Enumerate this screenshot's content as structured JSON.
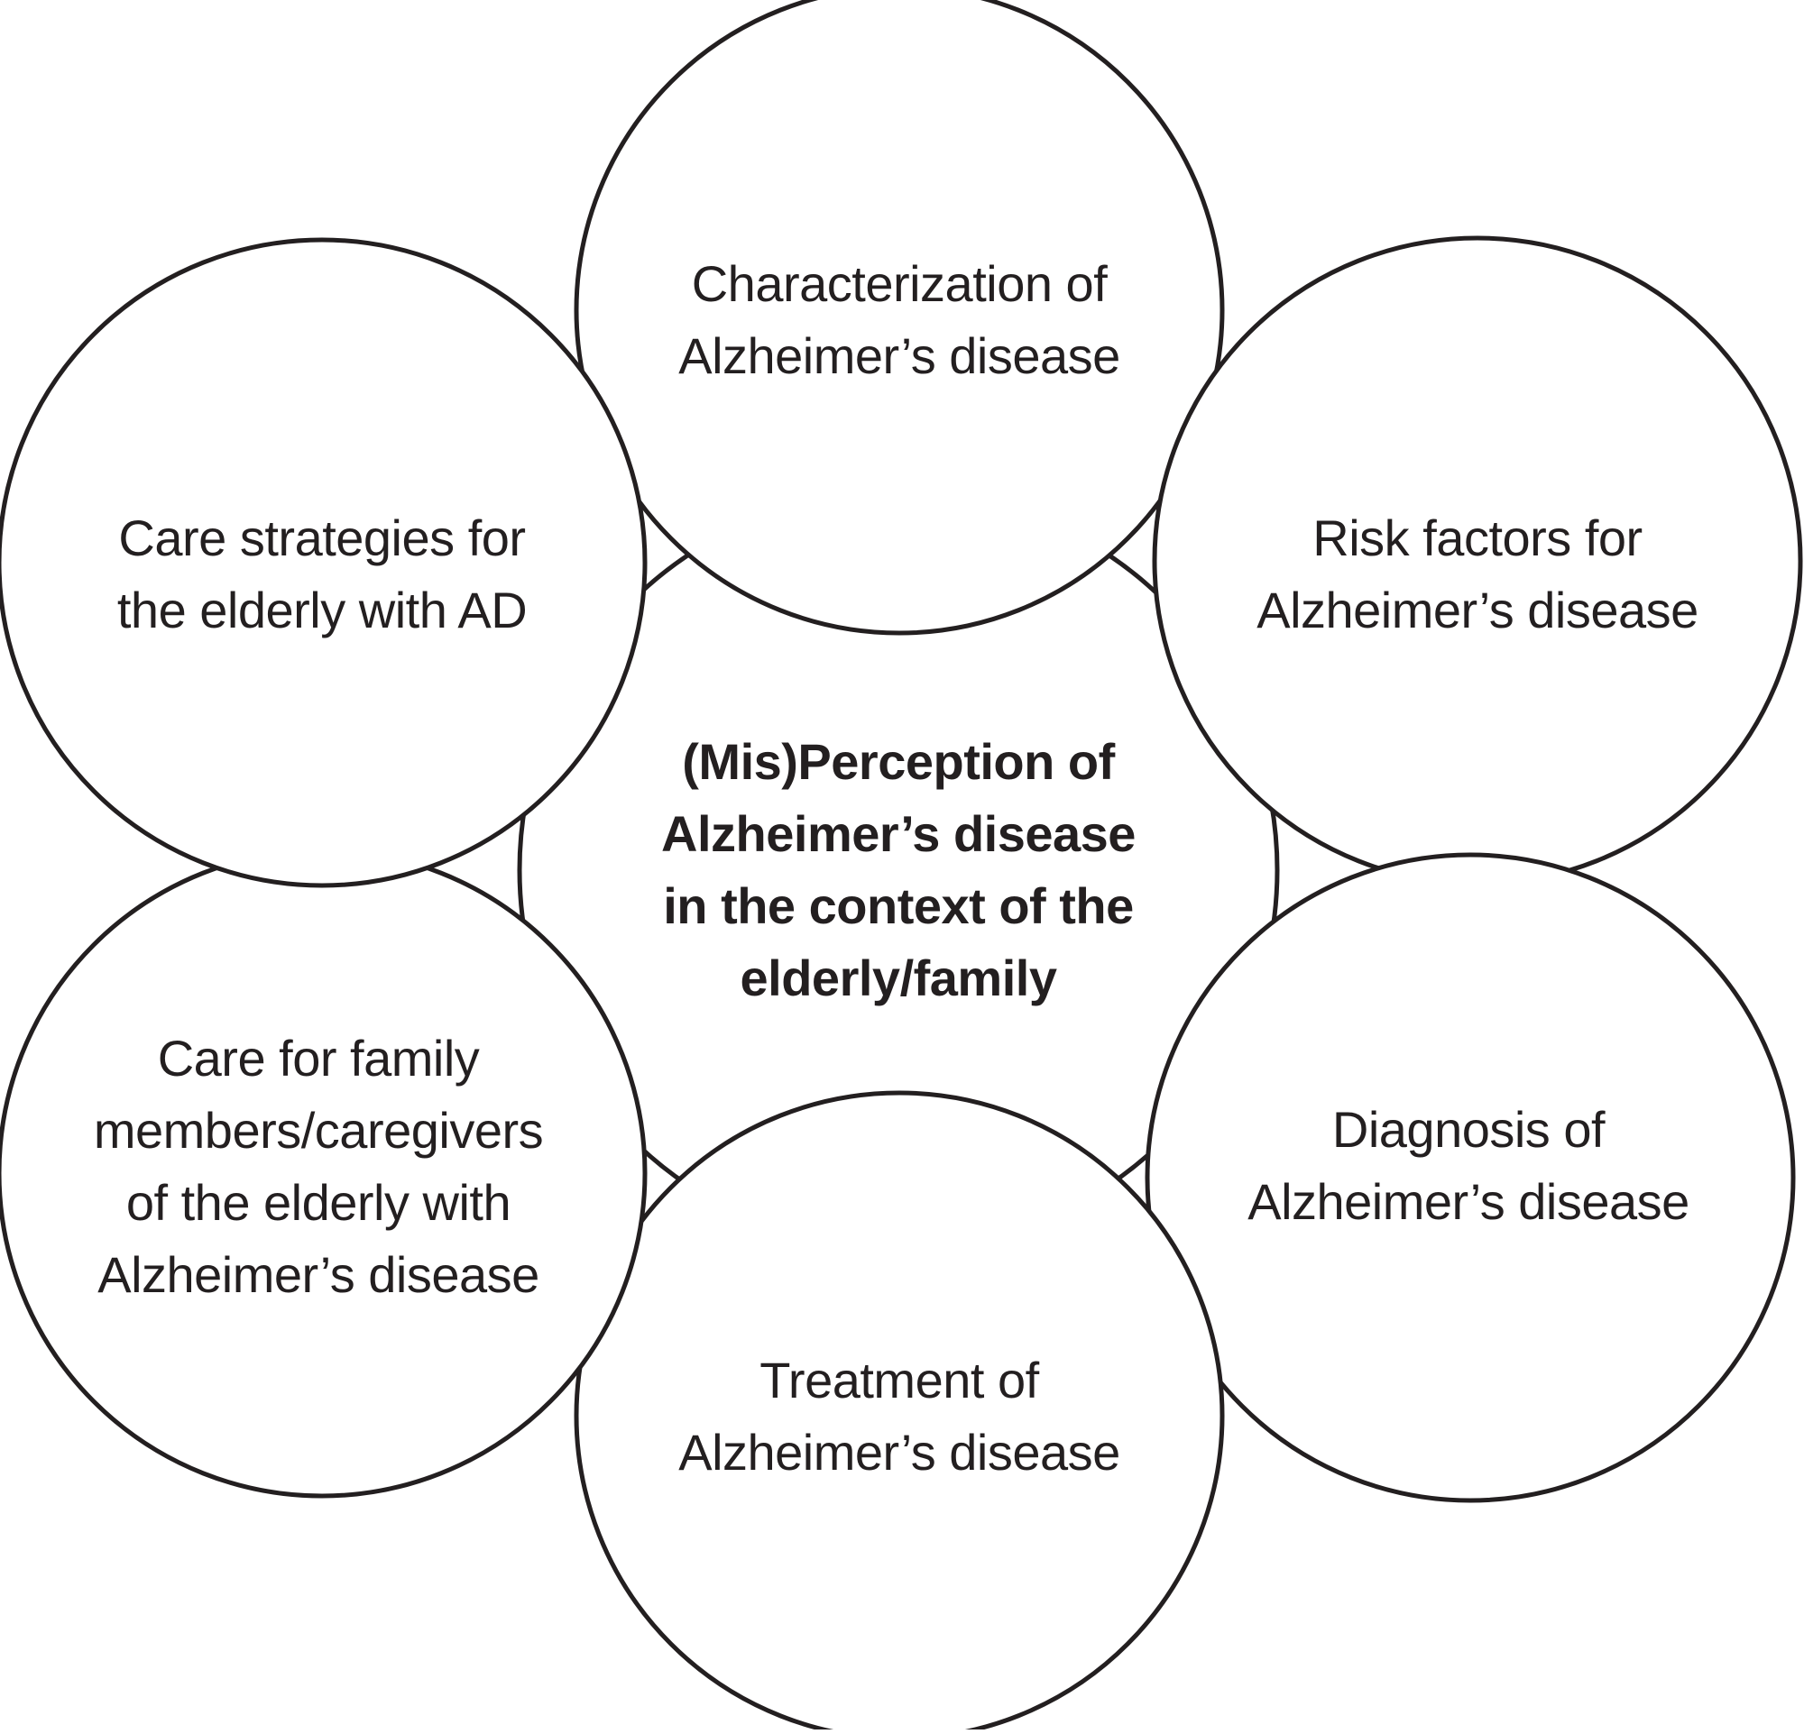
{
  "diagram": {
    "center": {
      "lines": [
        "(Mis)Perception of",
        "Alzheimer’s disease",
        "in the context of the",
        "elderly/family"
      ]
    },
    "nodes": [
      {
        "id": "characterization",
        "lines": [
          "Characterization of",
          "Alzheimer’s disease"
        ]
      },
      {
        "id": "risk-factors",
        "lines": [
          "Risk factors for",
          "Alzheimer’s disease"
        ]
      },
      {
        "id": "diagnosis",
        "lines": [
          "Diagnosis of",
          "Alzheimer’s disease"
        ]
      },
      {
        "id": "treatment",
        "lines": [
          "Treatment of",
          "Alzheimer’s disease"
        ]
      },
      {
        "id": "care-family",
        "lines": [
          "Care for family",
          "members/caregivers",
          "of the elderly with",
          "Alzheimer’s disease"
        ]
      },
      {
        "id": "care-strategies",
        "lines": [
          "Care strategies for",
          "the elderly with AD"
        ]
      }
    ],
    "colors": {
      "stroke": "#231f20",
      "fill": "#ffffff",
      "text": "#231f20"
    }
  }
}
